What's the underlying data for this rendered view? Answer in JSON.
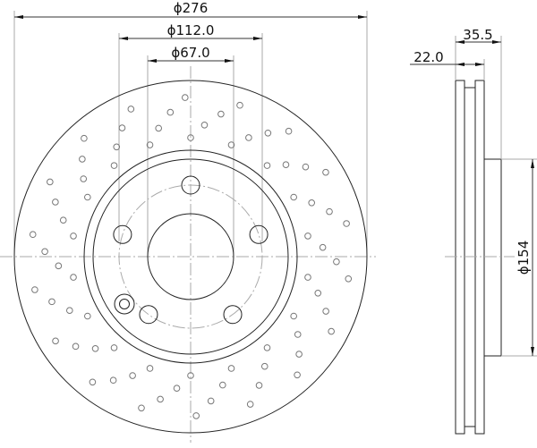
{
  "dimensions": {
    "outer_diameter": "ϕ276",
    "bolt_circle_diameter": "ϕ112.0",
    "center_bore_diameter": "ϕ67.0",
    "overall_height": "35.5",
    "disc_thickness": "22.0",
    "hat_diameter": "ϕ154"
  },
  "colors": {
    "outline": "#222222",
    "construction": "#a8a8a8"
  }
}
